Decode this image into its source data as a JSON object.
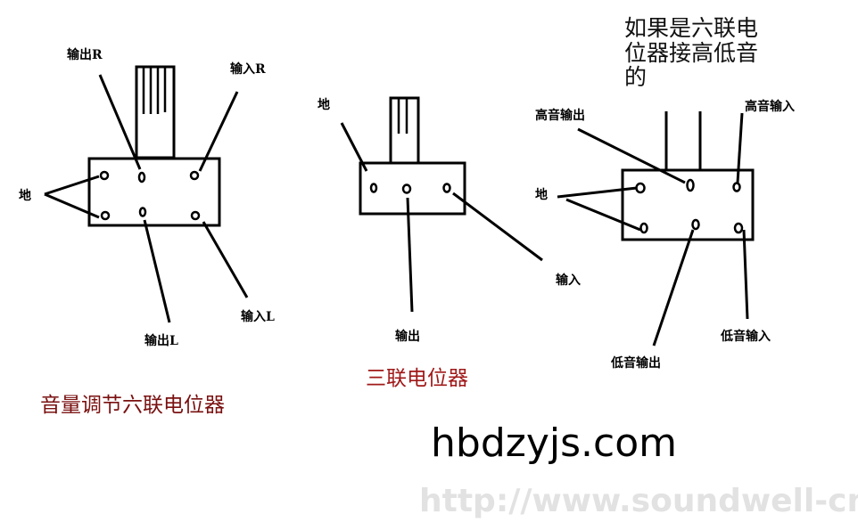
{
  "six_gang": {
    "caption": "音量调节六联电位器",
    "caption_color": "#7a1010",
    "labels": {
      "out_r": "输出R",
      "in_r": "输入R",
      "ground": "地",
      "out_l": "输出L",
      "in_l": "输入L"
    }
  },
  "three_gang": {
    "caption": "三联电位器",
    "caption_color": "#a01818",
    "labels": {
      "ground": "地",
      "output": "输出",
      "input": "输入"
    }
  },
  "treble_bass": {
    "note_lines": [
      "如果是六联电",
      "位器接高低音",
      "的"
    ],
    "labels": {
      "treble_out": "高音输出",
      "treble_in": "高音输入",
      "ground": "地",
      "bass_out": "低音输出",
      "bass_in": "低音输入"
    }
  },
  "watermarks": {
    "primary": "hbdzyjs.com",
    "secondary": "http://www.soundwell-cn.com"
  }
}
